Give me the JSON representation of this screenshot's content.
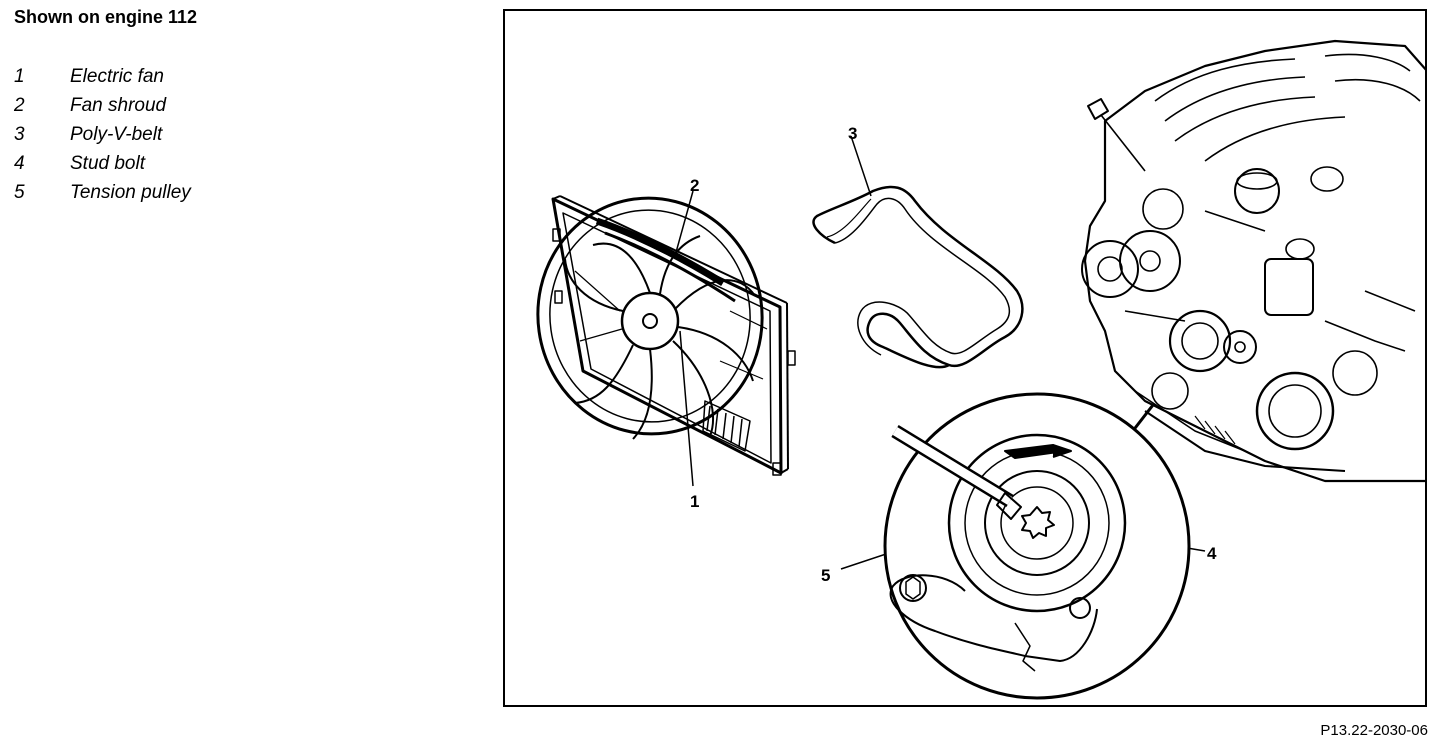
{
  "heading": "Shown on engine 112",
  "legend": [
    {
      "num": "1",
      "label": "Electric fan"
    },
    {
      "num": "2",
      "label": "Fan shroud"
    },
    {
      "num": "3",
      "label": "Poly-V-belt"
    },
    {
      "num": "4",
      "label": "Stud bolt"
    },
    {
      "num": "5",
      "label": "Tension pulley"
    }
  ],
  "callouts": {
    "c1": "1",
    "c2": "2",
    "c3": "3",
    "c4": "4",
    "c5": "5"
  },
  "figure_id": "P13.22-2030-06"
}
